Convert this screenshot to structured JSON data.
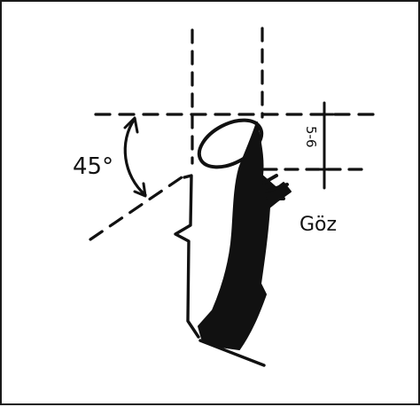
{
  "diagram": {
    "angle_label": "45°",
    "measure_label": "5-6",
    "bud_label": "Göz",
    "ink_color": "#111111",
    "background_color": "#ffffff"
  }
}
